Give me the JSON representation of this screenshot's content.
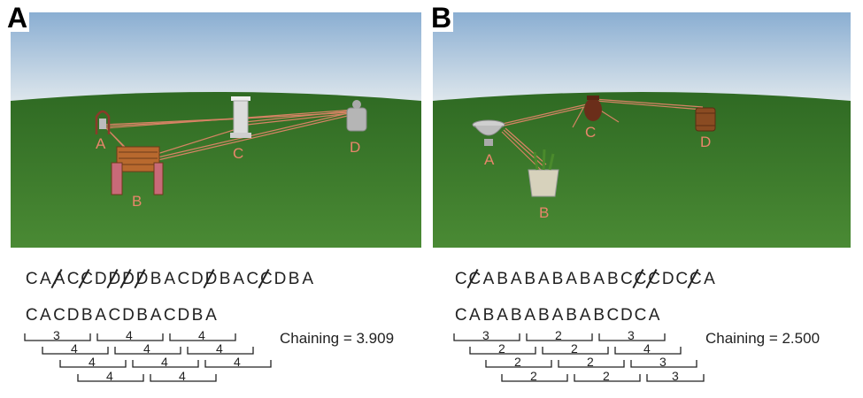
{
  "panel_a": {
    "letter": "A",
    "objects": [
      "A",
      "B",
      "C",
      "D"
    ],
    "sequence_full": [
      "C",
      "A",
      "A",
      "C",
      "C",
      "D",
      "D",
      "D",
      "D",
      "B",
      "A",
      "C",
      "D",
      "D",
      "B",
      "A",
      "C",
      "C",
      "D",
      "B",
      "A"
    ],
    "sequence_crossed": [
      false,
      false,
      true,
      false,
      true,
      false,
      true,
      true,
      true,
      false,
      false,
      false,
      false,
      true,
      false,
      false,
      false,
      true,
      false,
      false,
      false
    ],
    "sequence_chained": [
      "C",
      "A",
      "C",
      "D",
      "B",
      "A",
      "C",
      "D",
      "B",
      "A",
      "C",
      "D",
      "B",
      "A"
    ],
    "brackets": {
      "row1": [
        "3",
        "4",
        "4"
      ],
      "row2": [
        "4",
        "4",
        "4"
      ],
      "row3": [
        "4",
        "4",
        "4"
      ],
      "row4": [
        "4",
        "4"
      ]
    },
    "chaining_label": "Chaining = 3.909"
  },
  "panel_b": {
    "letter": "B",
    "objects": [
      "A",
      "B",
      "C",
      "D"
    ],
    "sequence_full": [
      "C",
      "C",
      "A",
      "B",
      "A",
      "B",
      "A",
      "B",
      "A",
      "B",
      "A",
      "B",
      "C",
      "C",
      "C",
      "D",
      "C",
      "C",
      "A"
    ],
    "sequence_crossed": [
      false,
      true,
      false,
      false,
      false,
      false,
      false,
      false,
      false,
      false,
      false,
      false,
      false,
      true,
      true,
      false,
      false,
      true,
      false
    ],
    "sequence_chained": [
      "C",
      "A",
      "B",
      "A",
      "B",
      "A",
      "B",
      "A",
      "B",
      "A",
      "B",
      "C",
      "D",
      "C",
      "A"
    ],
    "brackets": {
      "row1": [
        "3",
        "2",
        "3"
      ],
      "row2": [
        "2",
        "2",
        "4"
      ],
      "row3": [
        "2",
        "2",
        "3"
      ],
      "row4": [
        "2",
        "2",
        "3"
      ]
    },
    "chaining_label": "Chaining = 2.500"
  },
  "colors": {
    "sky_top": "#8fb1d4",
    "sky_bottom": "#dfe7ee",
    "grass": "#3f7a2c",
    "path": "#e8866b",
    "label": "#e8866b"
  }
}
